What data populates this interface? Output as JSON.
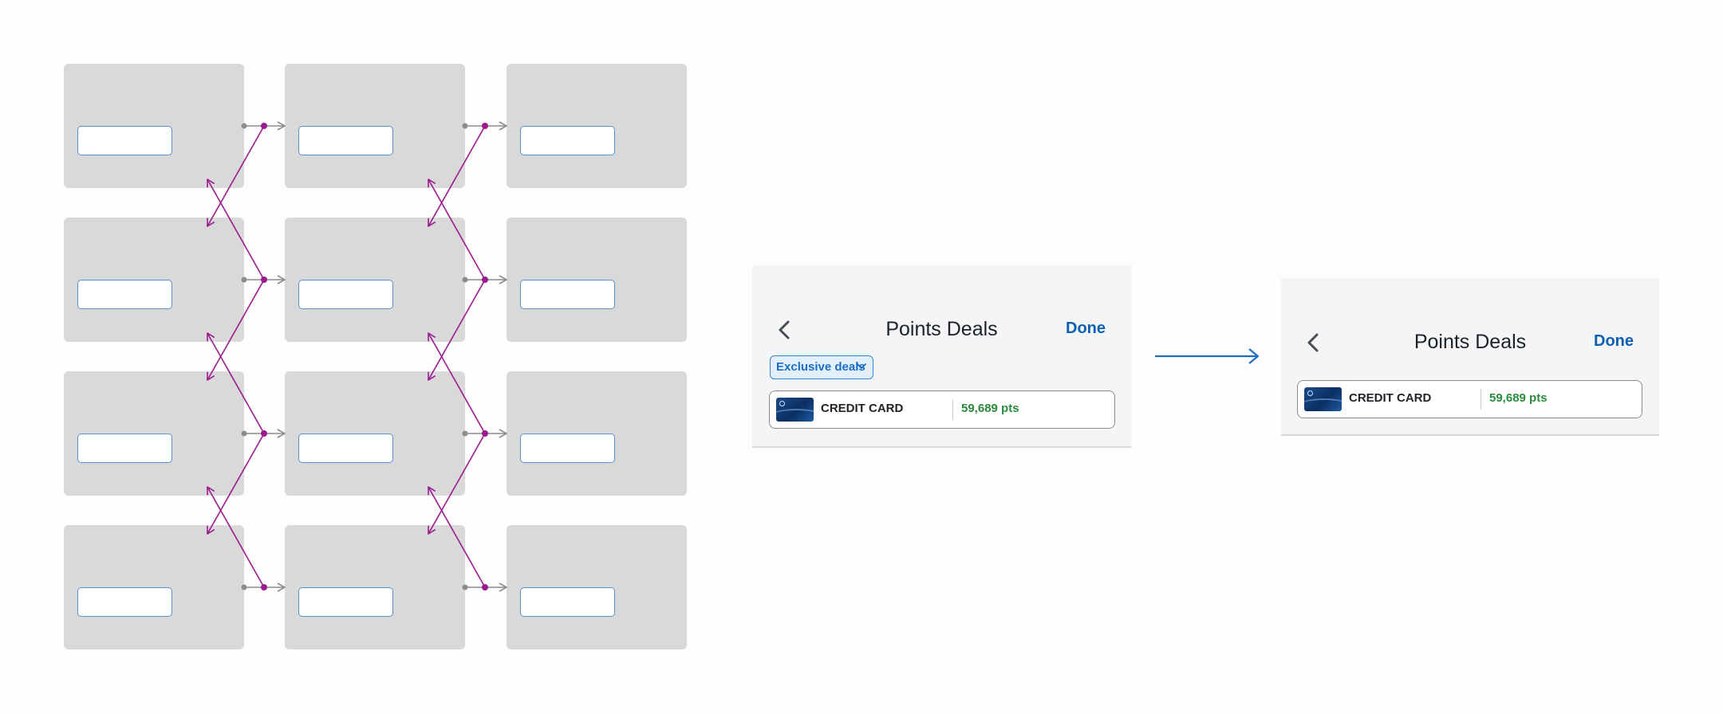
{
  "flow_diagram": {
    "columns": 3,
    "rows": 4,
    "frame_color": "#d9d9d9",
    "hotspot_border_color": "#5a8fd0",
    "connector_color": "#9b1b8f",
    "neutral_connector_color": "#8c8c8c"
  },
  "before": {
    "back_icon": "chevron-left-icon",
    "title": "Points Deals",
    "done_label": "Done",
    "filter_chip": "Exclusive deals",
    "filter_chip_icon": "chevron-down-icon",
    "card": {
      "name": "CREDIT CARD",
      "points": "59,689 pts",
      "image_icon": "credit-card-image"
    }
  },
  "after": {
    "back_icon": "chevron-left-icon",
    "title": "Points Deals",
    "done_label": "Done",
    "card": {
      "name": "CREDIT CARD",
      "points": "59,689 pts",
      "image_icon": "credit-card-image"
    }
  },
  "transition_icon": "arrow-right-icon",
  "colors": {
    "accent": "#0f5fb0",
    "points_green": "#2a8a3c",
    "panel_bg": "#f4f5f6",
    "chip_bg": "#e3f0fc"
  }
}
